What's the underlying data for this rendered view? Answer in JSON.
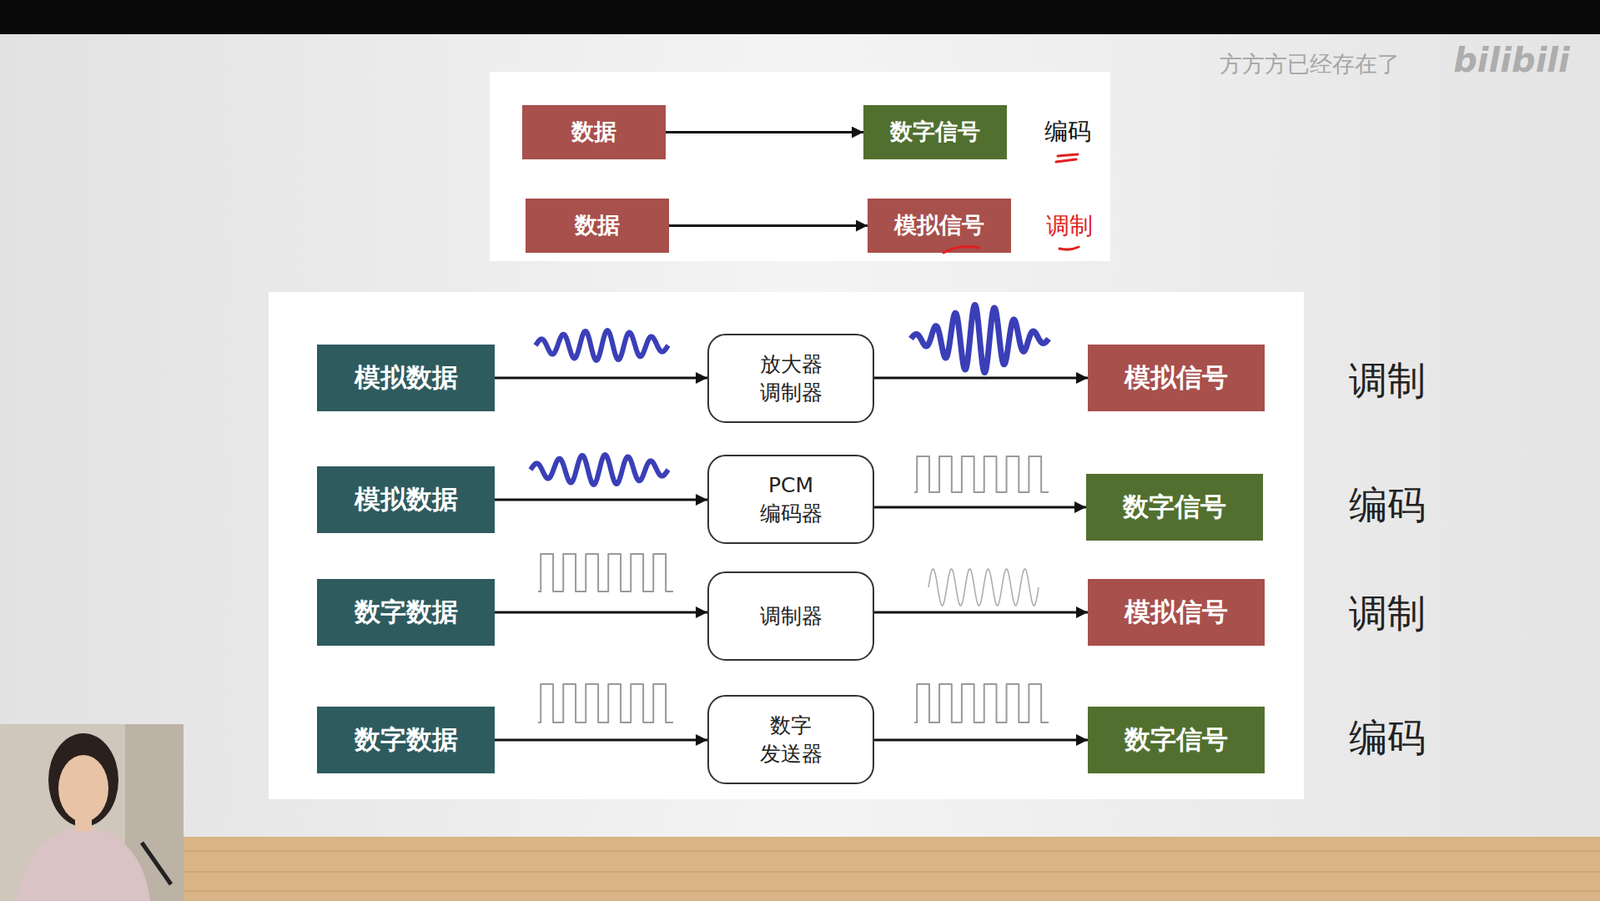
{
  "diagram": {
    "nodes": [
      {
        "text": [
          "数据"
        ]
      },
      {
        "text": [
          "数字信号"
        ]
      },
      {
        "text": [
          "数据"
        ]
      },
      {
        "text": [
          "模拟信号"
        ]
      },
      {
        "text": [
          "模拟数据"
        ]
      },
      {
        "text": [
          "放大器 调制器"
        ]
      },
      {
        "text": [
          "模拟信号"
        ]
      },
      {
        "text": [
          "模拟数据"
        ]
      },
      {
        "text": [
          "PCM 编码器"
        ]
      },
      {
        "text": [
          "数字信号"
        ]
      },
      {
        "text": [
          "数字数据"
        ]
      },
      {
        "text": [
          "调制器"
        ]
      },
      {
        "text": [
          "模拟信号"
        ]
      },
      {
        "text": [
          "数字数据"
        ]
      },
      {
        "text": [
          "数字 发送器"
        ]
      },
      {
        "text": [
          "数字信号"
        ]
      }
    ],
    "edges": [
      {
        "from": 0,
        "to": 1,
        "arrow": "to"
      },
      {
        "from": 2,
        "to": 3,
        "arrow": "to"
      },
      {
        "from": 4,
        "to": 5,
        "arrow": "to"
      },
      {
        "from": 5,
        "to": 6,
        "arrow": "to"
      },
      {
        "from": 7,
        "to": 8,
        "arrow": "to"
      },
      {
        "from": 8,
        "to": 9,
        "arrow": "to"
      },
      {
        "from": 10,
        "to": 11,
        "arrow": "to"
      },
      {
        "from": 11,
        "to": 12,
        "arrow": "to"
      },
      {
        "from": 13,
        "to": 14,
        "arrow": "to"
      },
      {
        "from": 14,
        "to": 15,
        "arrow": "to"
      }
    ],
    "labels": [
      "编码",
      "调制",
      "调制",
      "编码",
      "调制",
      "编码",
      "方方方已经存在了",
      "bilibili"
    ]
  }
}
